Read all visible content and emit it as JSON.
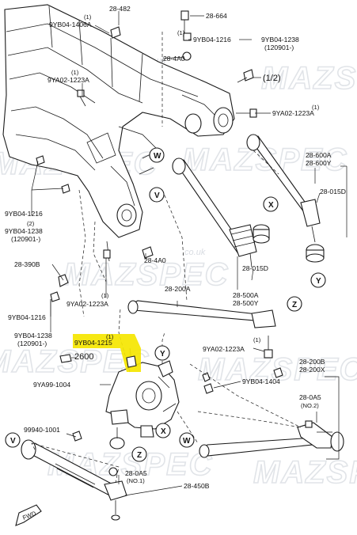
{
  "labels": {
    "l_28_482": "28-482",
    "l_28_664": "28-664",
    "l_9yb04_1406a": "9YB04-1406A",
    "l_1_a": "(1)",
    "l_1_b": "(1)",
    "l_9yb04_1216_top": "9YB04-1216",
    "l_9yb04_1238_top": "9YB04-1238",
    "l_120901_top": "(120901-)",
    "l_28_4a0_top": "28-4A0",
    "l_half": "(1/2)",
    "l_9ya02_1223a_left": "9YA02-1223A",
    "l_1_c": "(1)",
    "l_9ya02_1223a_right": "9YA02-1223A",
    "l_1_d": "(1)",
    "l_28_600a": "28-600A",
    "l_28_600y": "28-600Y",
    "l_28_015d_r": "28-015D",
    "l_9yb04_1216_mid": "9YB04-1216",
    "l_2_mid": "(2)",
    "l_9yb04_1238_mid": "9YB04-1238",
    "l_120901_mid": "(120901-)",
    "l_28_390b": "28-390B",
    "l_28_4a0_mid": "28-4A0",
    "l_28_015d_c": "28-015D",
    "l_9ya02_1223a_low": "9YA02-1223A",
    "l_1_e": "(1)",
    "l_28_500a": "28-500A",
    "l_28_500y": "28-500Y",
    "l_28_200a": "28-200A",
    "l_9yb04_1216_low": "9YB04-1216",
    "l_9yb04_1238_low": "9YB04-1238",
    "l_120901_low": "(120901-)",
    "l_1_f": "(1)",
    "l_9yb04_1215": "9YB04-1215",
    "l_2600": "2600",
    "l_9ya02_1223a_br": "9YA02-1223A",
    "l_1_g": "(1)",
    "l_28_200b": "28-200B",
    "l_28_200x": "28-200X",
    "l_9ya99_1004": "9YA99-1004",
    "l_9yb04_1404": "9YB04-1404",
    "l_28_0a5_r": "28-0A5",
    "l_no2": "(NO.2)",
    "l_99940_1001": "99940-1001",
    "l_28_0a5_b": "28-0A5",
    "l_no1": "(NO.1)",
    "l_28_450b": "28-450B",
    "l_fwd": "FWD"
  },
  "callouts": {
    "w1": "W",
    "v1": "V",
    "x1": "X",
    "y1": "Y",
    "z1": "Z",
    "y2": "Y",
    "x2": "X",
    "w2": "W",
    "z2": "Z",
    "v2": "V"
  },
  "watermark": {
    "brand": "MAZSPEC",
    "url": ".co.uk"
  },
  "highlight_color": "#f5e600"
}
